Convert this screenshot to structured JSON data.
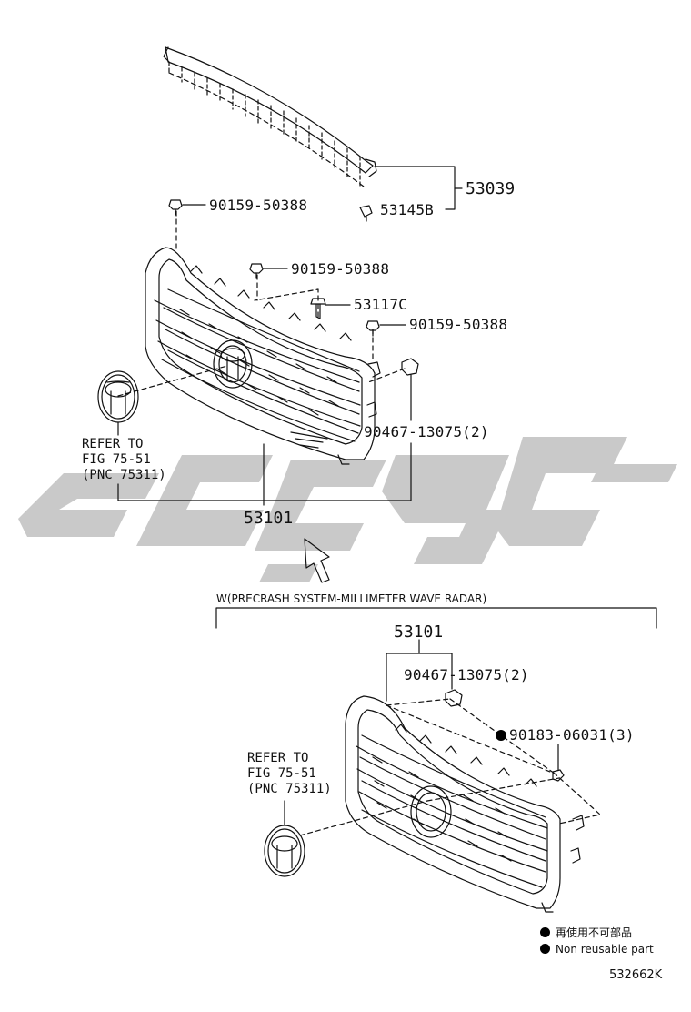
{
  "watermark": {
    "text": "CSSG",
    "color": "#c9c9c9"
  },
  "upper": {
    "callouts": {
      "c53039": "53039",
      "c53145B": "53145B",
      "c90159_a": "90159-50388",
      "c90159_b": "90159-50388",
      "c53117C": "53117C",
      "c90159_c": "90159-50388",
      "c90467": "90467-13075(2)",
      "c53101": "53101"
    },
    "refer_note": "REFER TO\nFIG 75-51\n(PNC 75311)"
  },
  "lower": {
    "condition": "W(PRECRASH SYSTEM-MILLIMETER WAVE RADAR)",
    "callouts": {
      "c53101": "53101",
      "c90467": "90467-13075(2)",
      "c90183": "90183-06031(3)"
    },
    "refer_note": "REFER TO\nFIG 75-51\n(PNC 75311)"
  },
  "legend": {
    "line1": "再使用不可部品",
    "line2": "Non  reusable part"
  },
  "diagram_code": "532662K"
}
